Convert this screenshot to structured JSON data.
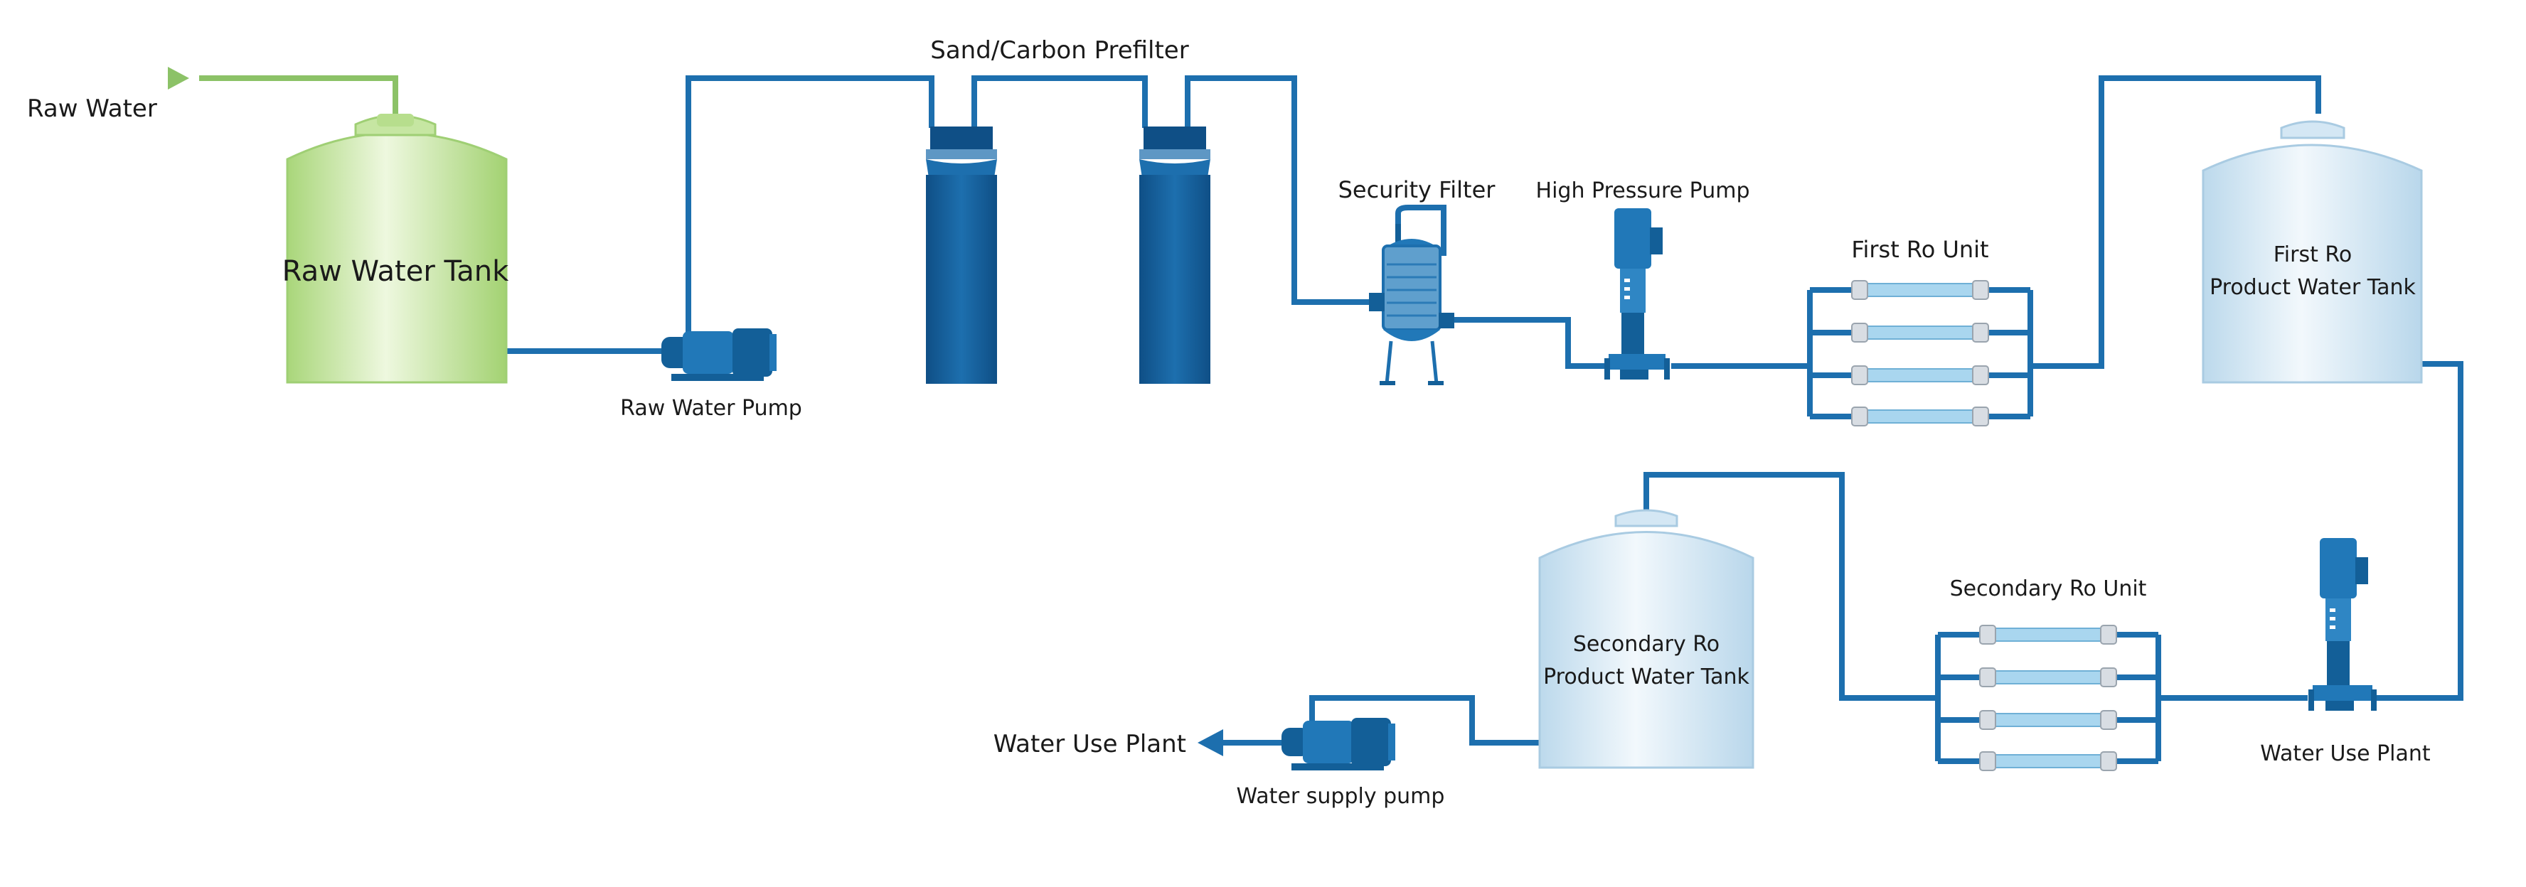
{
  "labels": {
    "raw_water": "Raw Water",
    "raw_water_tank": "Raw Water Tank",
    "raw_water_pump": "Raw Water Pump",
    "sand_carbon_prefilter": "Sand/Carbon Prefilter",
    "security_filter": "Security Filter",
    "high_pressure_pump": "High Pressure Pump",
    "first_ro_unit": "First Ro Unit",
    "first_ro_tank_line1": "First Ro",
    "first_ro_tank_line2": "Product Water Tank",
    "secondary_ro_unit": "Secondary Ro Unit",
    "secondary_ro_tank_line1": "Secondary Ro",
    "secondary_ro_tank_line2": "Product Water Tank",
    "water_use_plant_left": "Water Use Plant",
    "water_supply_pump": "Water supply pump",
    "water_use_plant_right": "Water Use Plant"
  },
  "colors": {
    "pipe": "#1d6fae",
    "raw_water_line": "#8cc267",
    "raw_tank": "#b8e08e",
    "product_tank": "#cfe5f3",
    "vessel": "#17609f",
    "membrane": "#a9d6ef"
  }
}
